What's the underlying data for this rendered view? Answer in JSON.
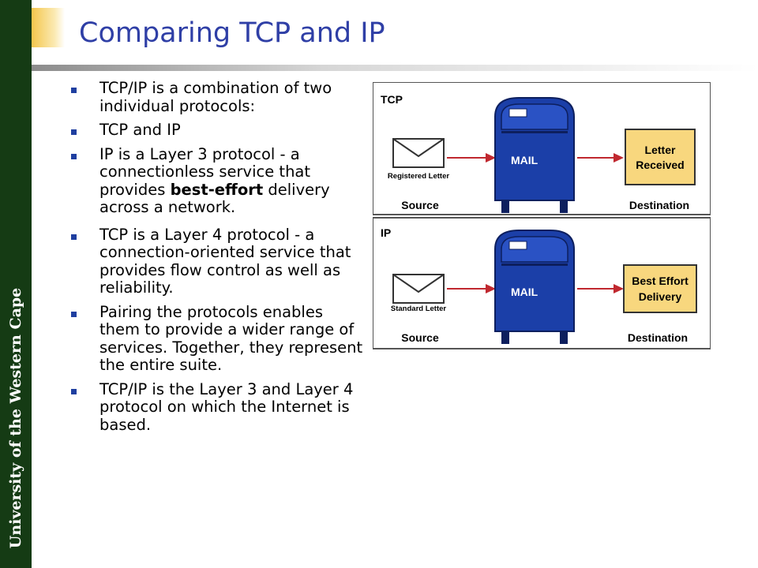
{
  "sidebar": {
    "university": "University of the Western Cape"
  },
  "slide": {
    "title": "Comparing TCP and IP",
    "bullets": {
      "b1": "TCP/IP is a combination of two individual protocols:",
      "b2": "TCP and IP",
      "b3": {
        "before": "IP is a Layer 3 protocol - a connectionless service that provides ",
        "bold": "best-effort",
        "after": " delivery across a network."
      },
      "b4": "TCP is a Layer 4 protocol - a connection-oriented service that provides flow control as well as reliability.",
      "b5": "Pairing the protocols enables them to provide a wider range of services. Together, they represent the entire suite.",
      "b6": "TCP/IP is the Layer 3 and Layer 4 protocol on which the Internet is based."
    }
  },
  "diagram": {
    "tcp": {
      "heading": "TCP",
      "letter_caption": "Registered Letter",
      "mailbox_label": "MAIL",
      "dest_line1": "Letter",
      "dest_line2": "Received",
      "source_label": "Source",
      "destination_label": "Destination"
    },
    "ip": {
      "heading": "IP",
      "letter_caption": "Standard Letter",
      "mailbox_label": "MAIL",
      "dest_line1": "Best Effort",
      "dest_line2": "Delivery",
      "source_label": "Source",
      "destination_label": "Destination"
    },
    "colors": {
      "mailbox": "#1b3fa8",
      "arrow": "#c0282f",
      "destination_box": "#f8d77e"
    }
  }
}
